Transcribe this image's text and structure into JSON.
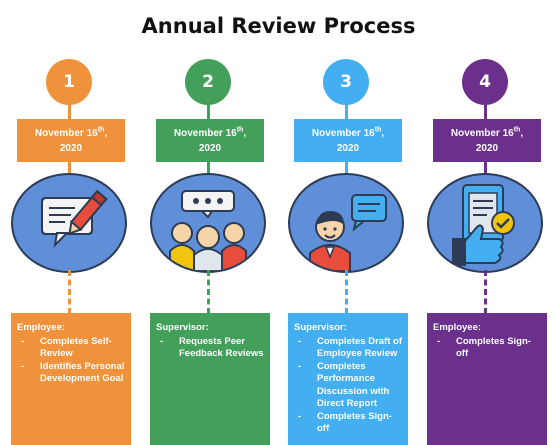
{
  "title": "Annual Review Process",
  "steps": [
    {
      "number": "1",
      "date_main": "November 16",
      "date_sup": "th",
      "date_suffix": ",",
      "date_year": "2020",
      "icon": "speech-bubble-pen-icon",
      "role": "Employee:",
      "tasks": [
        "Completes Self-Review",
        "Identifies Personal Development Goal"
      ],
      "color": "#f0923b"
    },
    {
      "number": "2",
      "date_main": "November 16",
      "date_sup": "th",
      "date_suffix": ",",
      "date_year": "2020",
      "icon": "people-chat-icon",
      "role": "Supervisor:",
      "tasks": [
        "Requests Peer Feedback Reviews"
      ],
      "color": "#42a05a"
    },
    {
      "number": "3",
      "date_main": "November 16",
      "date_sup": "th",
      "date_suffix": ",",
      "date_year": "2020",
      "icon": "person-speaking-icon",
      "role": "Supervisor:",
      "tasks": [
        "Completes Draft of Employee Review",
        "Completes Performance Discussion with Direct Report",
        "Completes Sign-off"
      ],
      "color": "#43aef0"
    },
    {
      "number": "4",
      "date_main": "November 16",
      "date_sup": "th",
      "date_suffix": ",",
      "date_year": "2020",
      "icon": "thumbs-up-document-icon",
      "role": "Employee:",
      "tasks": [
        "Completes Sign-off"
      ],
      "color": "#6b2f8c"
    }
  ]
}
